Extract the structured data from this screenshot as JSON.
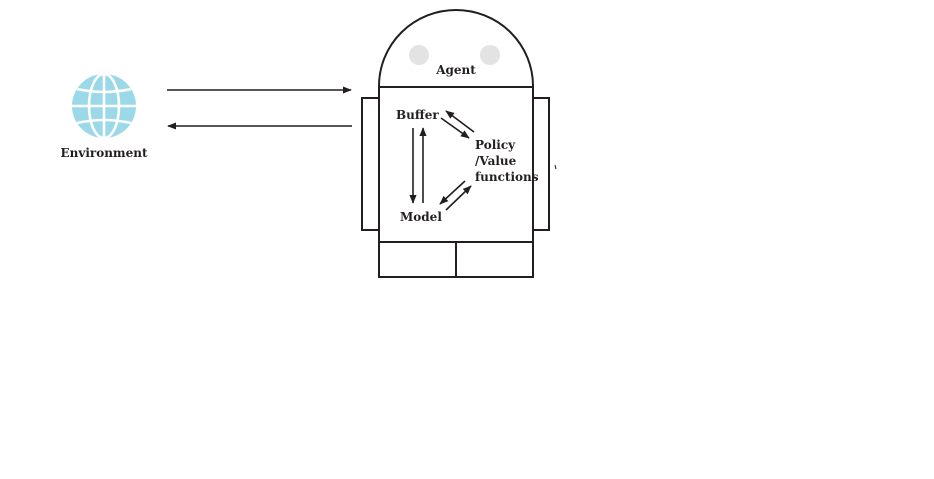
{
  "labels": {
    "environment": "Environment",
    "agent": "Agent",
    "buffer": "Buffer",
    "model": "Model",
    "policy_value_functions": [
      "Policy",
      "/Value",
      "functions"
    ]
  },
  "icons": {
    "environment": "globe-icon"
  },
  "colors": {
    "line": "#231f20",
    "globe": "#9bd9e8",
    "eyes": "#e3e3e3",
    "background": "#ffffff"
  }
}
